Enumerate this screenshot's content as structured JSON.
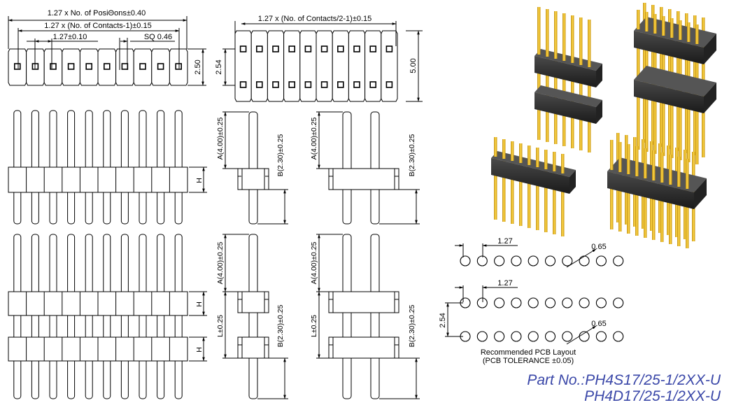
{
  "dimensions": {
    "positions_total": "1.27 x No. of PosiΘons±0.40",
    "contacts_minus1": "1.27 x (No. of Contacts-1)±0.15",
    "pitch": "1.27±0.10",
    "square": "SQ 0.46",
    "height_single": "2.50",
    "dual_contacts": "1.27 x (No. of Contacts/2-1)±0.15",
    "row_spacing": "2.54",
    "height_dual": "5.00",
    "a_len": "A(4.00)±0.25",
    "b_len": "B(2.30)±0.25",
    "h": "H",
    "l_len": "L±0.25"
  },
  "pcb": {
    "pitch": "1.27",
    "hole": "0.65",
    "row_spacing": "2.54",
    "caption_line1": "Recommended PCB Layout",
    "caption_line2": "(PCB TOLERANCE ±0.05)"
  },
  "part_numbers": {
    "line1": "Part No.:PH4S17/25-1/2XX-U",
    "line2": "PH4D17/25-1/2XX-U"
  },
  "colors": {
    "part_text": "#3a47a8",
    "pin_gold": "#e3b21c",
    "housing": "#2a2a2a"
  }
}
